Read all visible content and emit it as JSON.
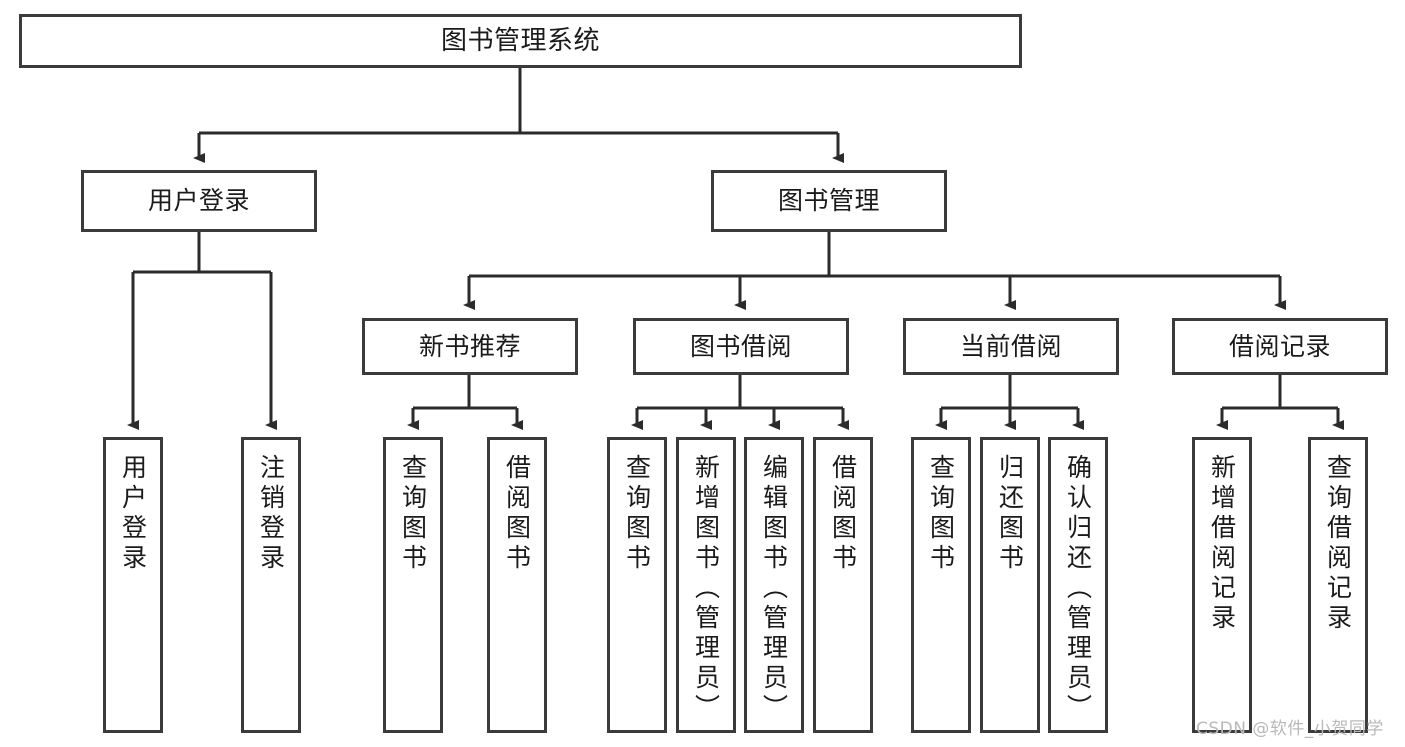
{
  "diagram": {
    "type": "tree",
    "title": "图书管理系统",
    "watermark": "CSDN @软件_小贺同学",
    "colors": {
      "box_border": "#3b3b3b",
      "box_fill": "#ffffff",
      "connector": "#2b2b2b",
      "text": "#1b1b1b",
      "watermark": "#b9b9b9"
    },
    "levels": {
      "root": {
        "label": "图书管理系统"
      },
      "level2": [
        {
          "label": "用户登录"
        },
        {
          "label": "图书管理"
        }
      ],
      "level3": [
        {
          "label": "新书推荐"
        },
        {
          "label": "图书借阅"
        },
        {
          "label": "当前借阅"
        },
        {
          "label": "借阅记录"
        }
      ],
      "leaves": [
        {
          "label": "用户登录",
          "parent": "用户登录"
        },
        {
          "label": "注销登录",
          "parent": "用户登录"
        },
        {
          "label": "查询图书",
          "parent": "新书推荐"
        },
        {
          "label": "借阅图书",
          "parent": "新书推荐"
        },
        {
          "label": "查询图书",
          "parent": "图书借阅"
        },
        {
          "label": "新增图书（管理员）",
          "parent": "图书借阅"
        },
        {
          "label": "编辑图书（管理员）",
          "parent": "图书借阅"
        },
        {
          "label": "借阅图书",
          "parent": "图书借阅"
        },
        {
          "label": "查询图书",
          "parent": "当前借阅"
        },
        {
          "label": "归还图书",
          "parent": "当前借阅"
        },
        {
          "label": "确认归还（管理员）",
          "parent": "当前借阅"
        },
        {
          "label": "新增借阅记录",
          "parent": "借阅记录"
        },
        {
          "label": "查询借阅记录",
          "parent": "借阅记录"
        }
      ]
    }
  }
}
